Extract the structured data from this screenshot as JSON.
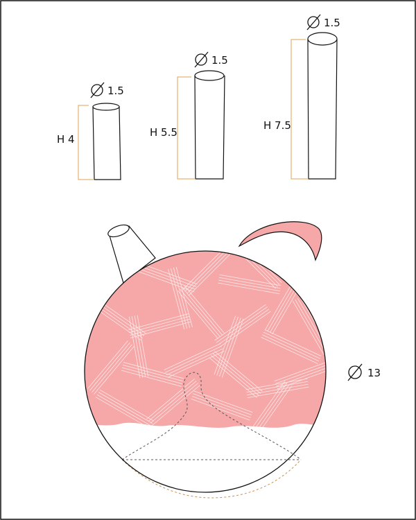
{
  "colors": {
    "fill": "#f6a8a8",
    "outline": "#111111",
    "dimension": "#e0a050",
    "hatch": "#ffffff"
  },
  "cylinders": [
    {
      "height_label": "H 4",
      "diameter_label": "1.5"
    },
    {
      "height_label": "H 5.5",
      "diameter_label": "1.5"
    },
    {
      "height_label": "H 7.5",
      "diameter_label": "1.5"
    }
  ],
  "vessel": {
    "diameter_label": "13",
    "icons": [
      "spout",
      "handle",
      "diameter-symbol-icon"
    ]
  }
}
